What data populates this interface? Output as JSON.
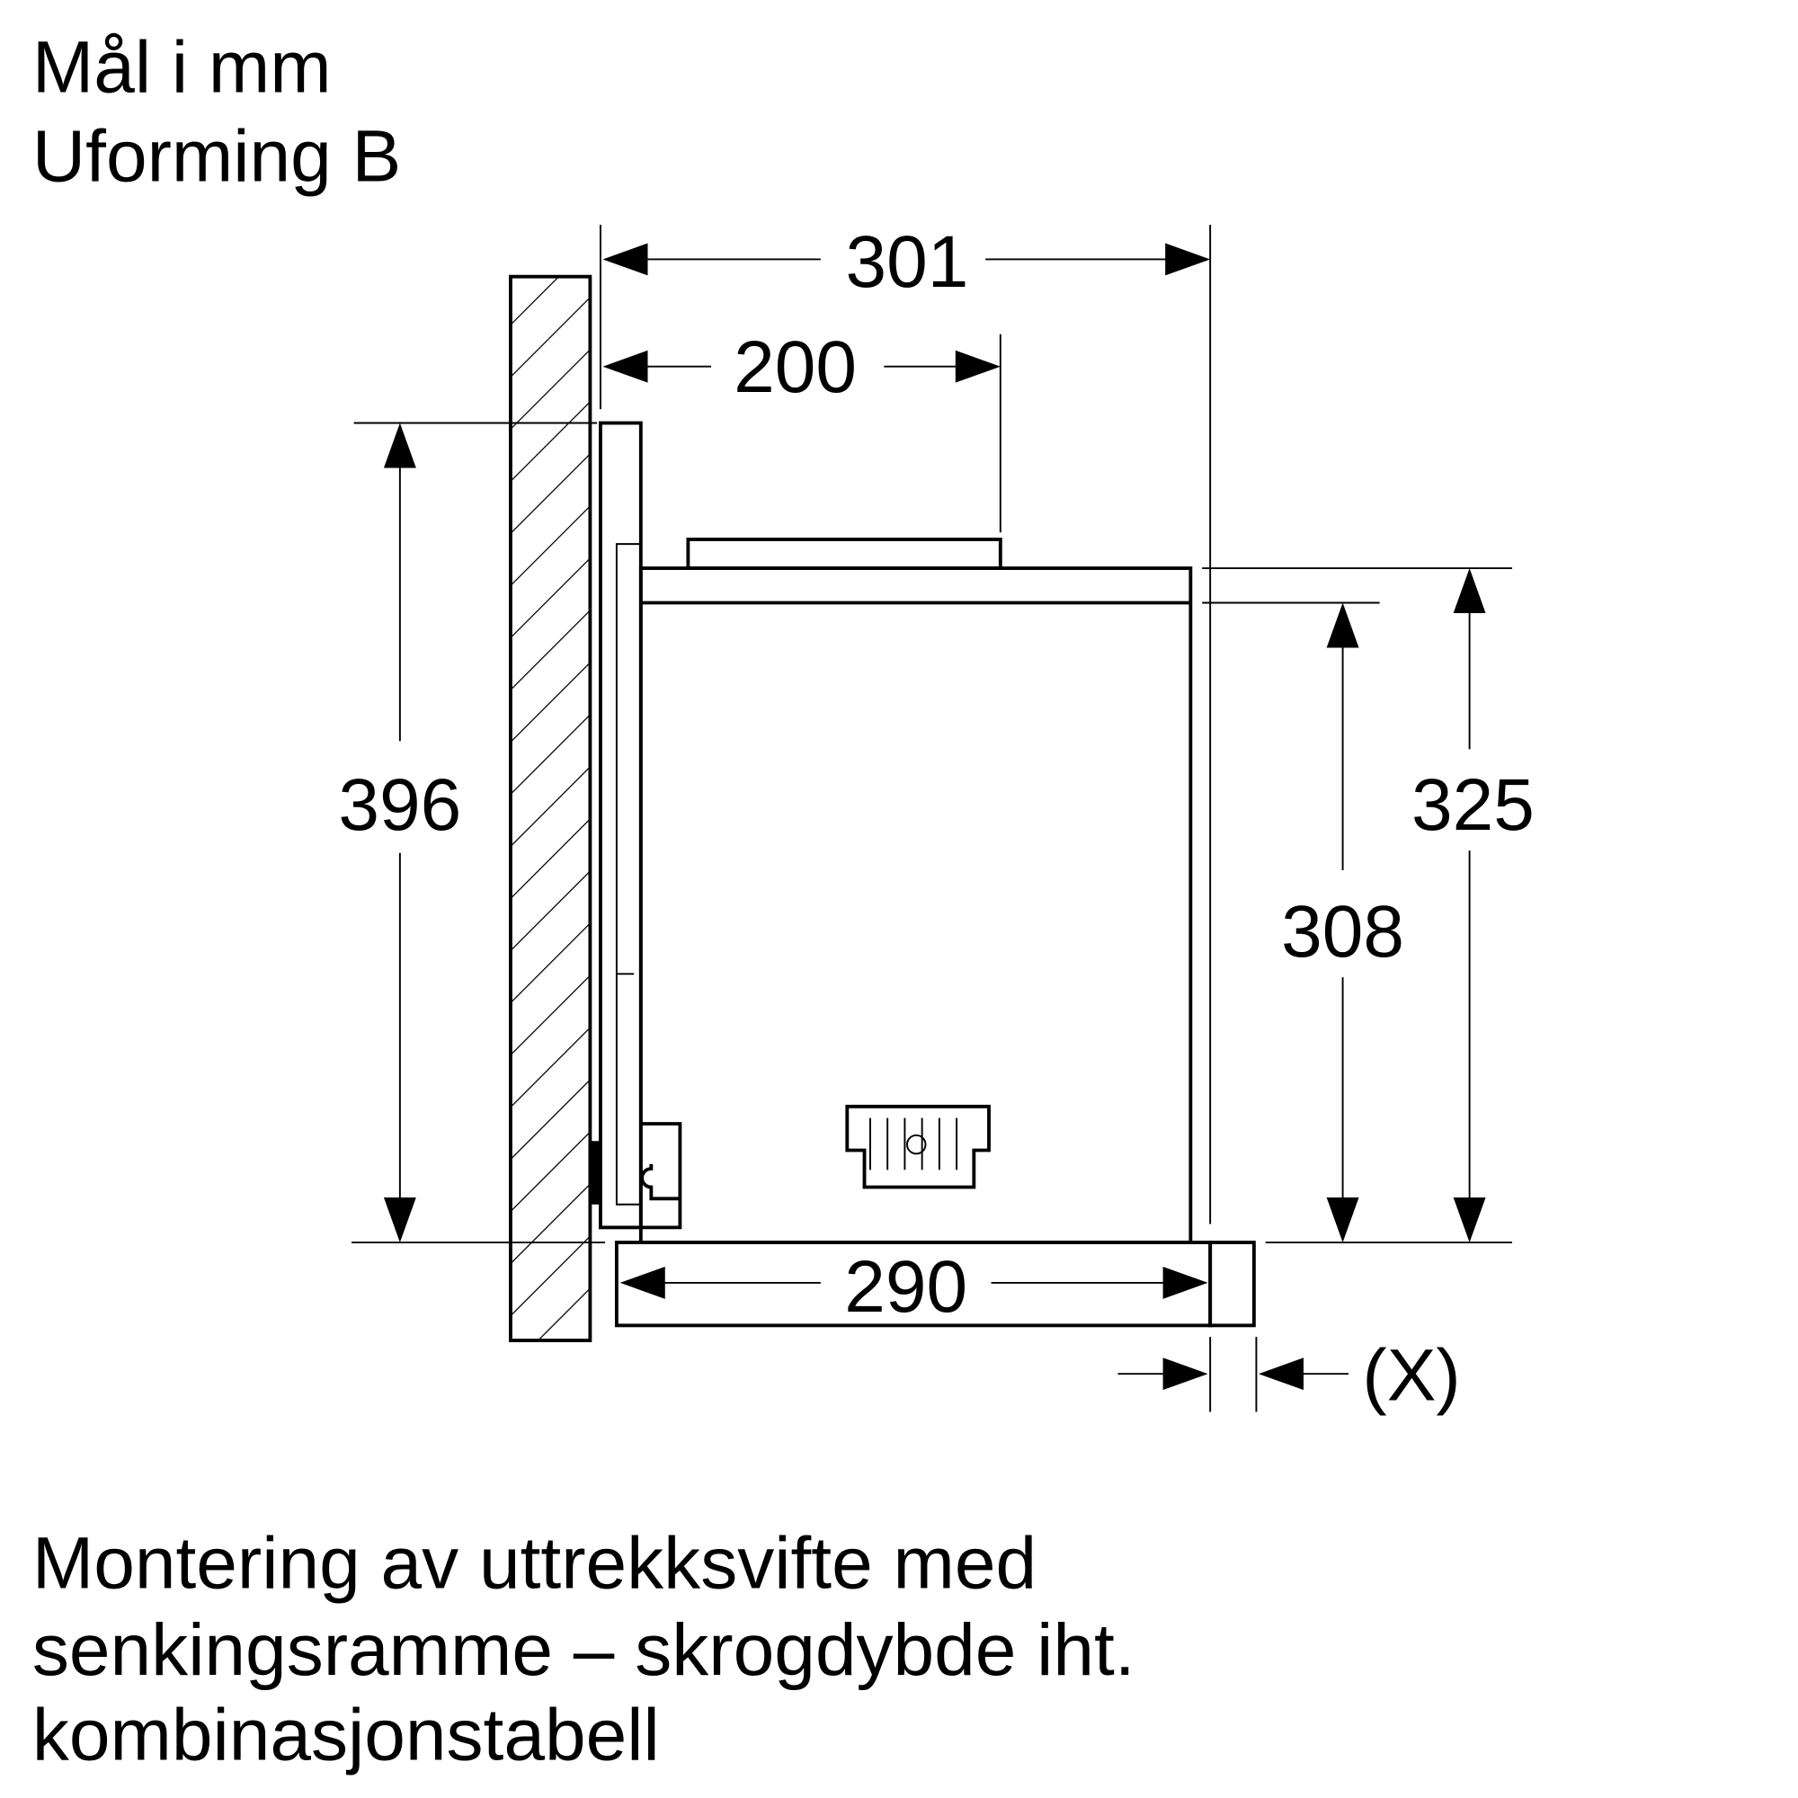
{
  "header": {
    "line1": "Mål i mm",
    "line2": "Uforming B"
  },
  "dimensions": {
    "d301": "301",
    "d200": "200",
    "d396": "396",
    "d308": "308",
    "d325": "325",
    "d290": "290",
    "x": "(X)"
  },
  "caption": {
    "line1": "Montering av uttrekksvifte med",
    "line2": "senkingsramme – skrogdybde iht.",
    "line3": "kombinasjonstabell"
  },
  "colors": {
    "ink": "#000000",
    "background": "#ffffff"
  }
}
